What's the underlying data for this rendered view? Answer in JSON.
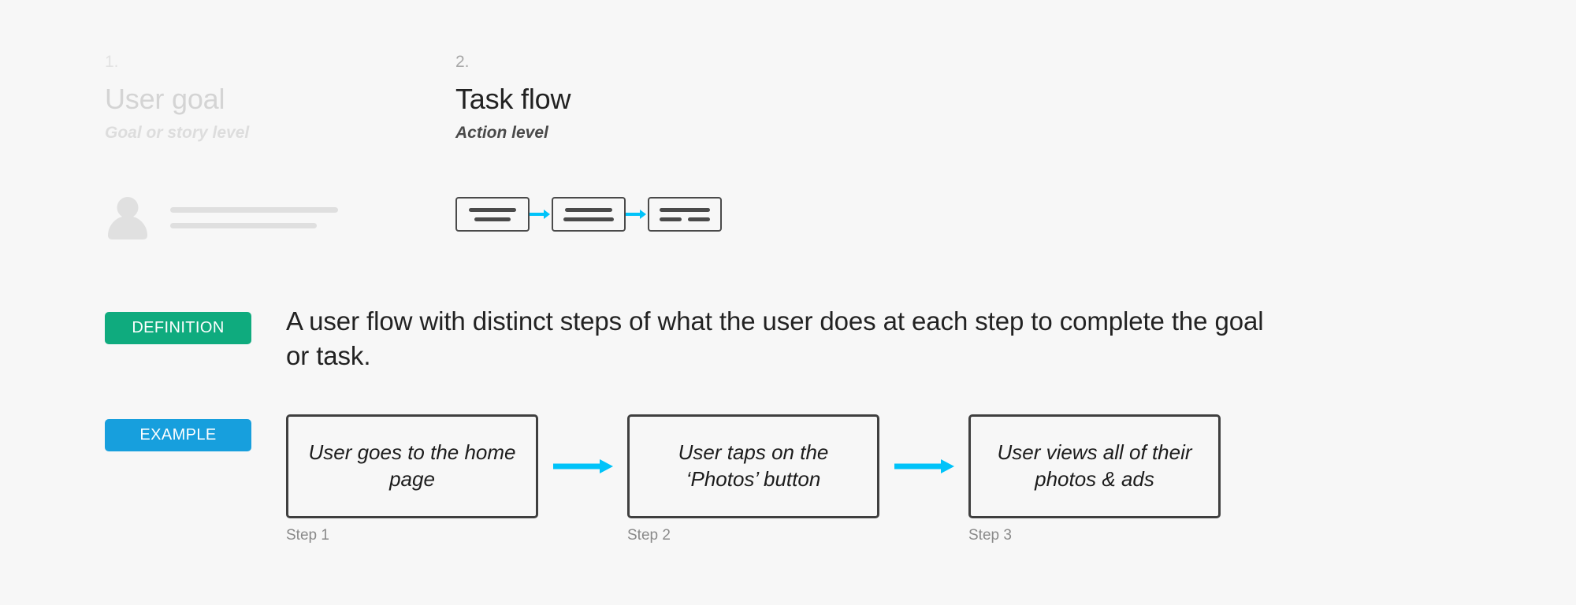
{
  "background_color": "#f7f7f7",
  "columns": [
    {
      "number": "1.",
      "title": "User goal",
      "subtitle": "Goal or story level",
      "state": "inactive"
    },
    {
      "number": "2.",
      "title": "Task flow",
      "subtitle": "Action level",
      "state": "active"
    }
  ],
  "badges": {
    "definition": {
      "label": "DEFINITION",
      "color": "#0fab7e"
    },
    "example": {
      "label": "EXAMPLE",
      "color": "#179fdd"
    }
  },
  "definition": {
    "text": "A user flow with distinct steps of what the user does at each step to complete the goal or task."
  },
  "example": {
    "arrow_color": "#00c3f9",
    "steps": [
      {
        "text": "User goes to the home page",
        "label": "Step 1"
      },
      {
        "text": "User taps on the ‘Photos’ button",
        "label": "Step 2"
      },
      {
        "text": "User views all of their photos & ads",
        "label": "Step 3"
      }
    ]
  },
  "thumbnails": {
    "goal": {
      "icon": "person-icon",
      "line_count": 2
    },
    "task_flow": {
      "box_count": 3,
      "arrow_color": "#00c3f9"
    }
  }
}
